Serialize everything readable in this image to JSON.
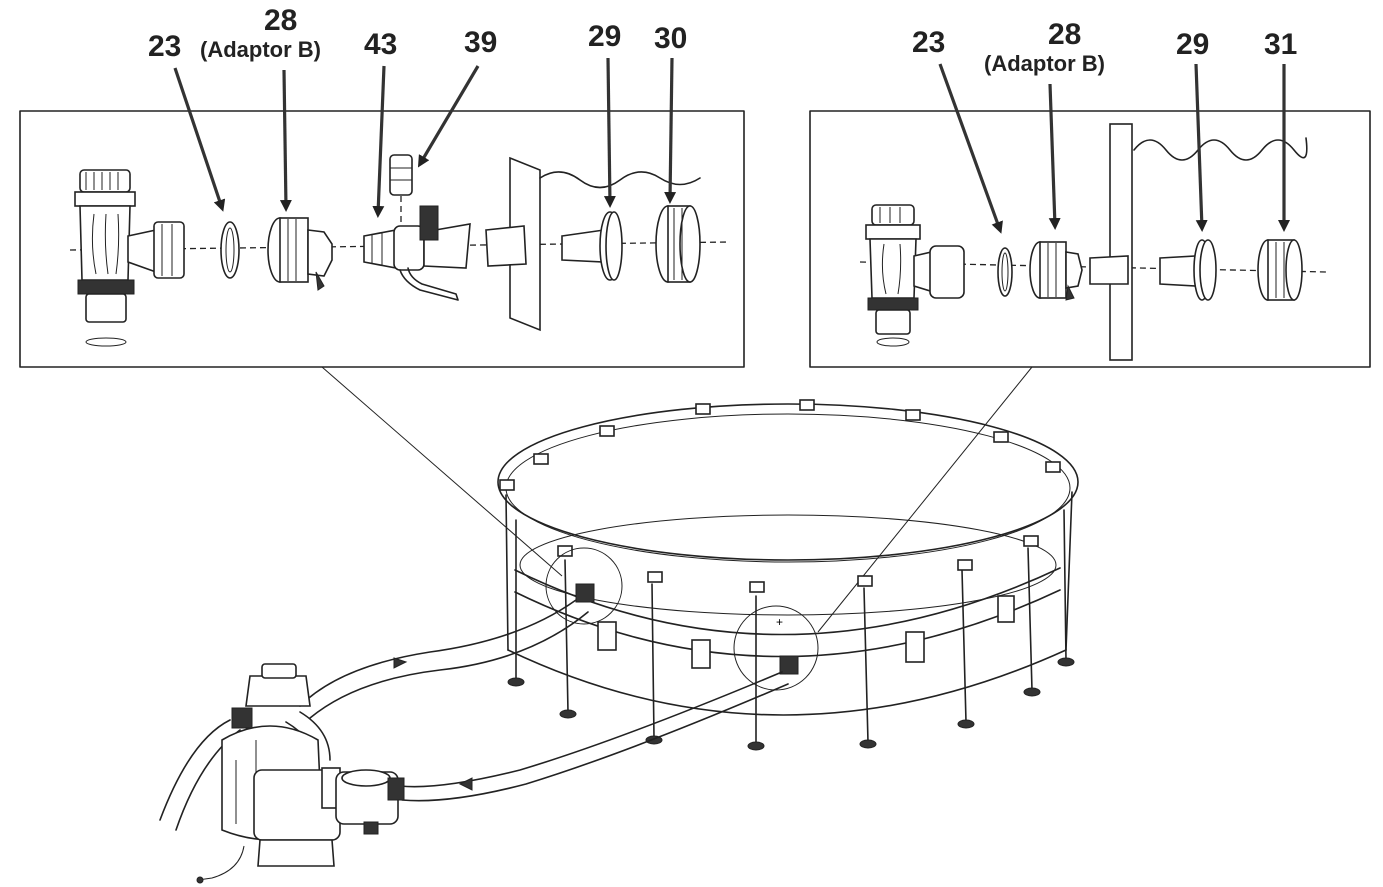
{
  "diagram": {
    "left_panel": {
      "callouts": [
        {
          "number": "23",
          "sublabel": ""
        },
        {
          "number": "28",
          "sublabel": "(Adaptor B)"
        },
        {
          "number": "43",
          "sublabel": ""
        },
        {
          "number": "39",
          "sublabel": ""
        },
        {
          "number": "29",
          "sublabel": ""
        },
        {
          "number": "30",
          "sublabel": ""
        }
      ]
    },
    "right_panel": {
      "callouts": [
        {
          "number": "23",
          "sublabel": ""
        },
        {
          "number": "28",
          "sublabel": "(Adaptor B)"
        },
        {
          "number": "29",
          "sublabel": ""
        },
        {
          "number": "31",
          "sublabel": ""
        }
      ]
    }
  }
}
